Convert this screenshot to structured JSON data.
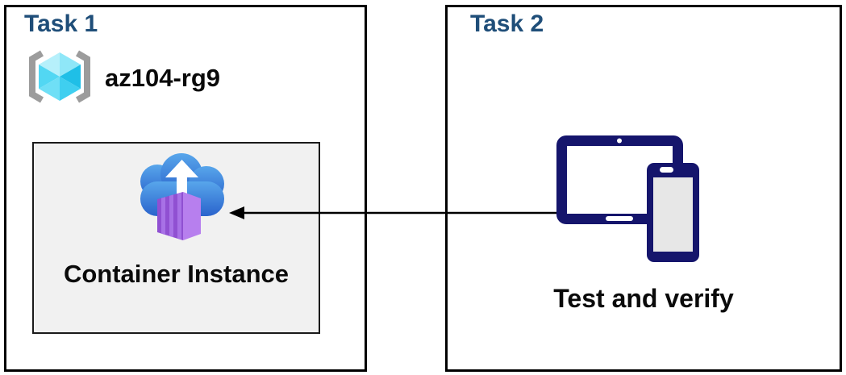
{
  "task1": {
    "title": "Task 1",
    "resource_group_label": "az104-rg9",
    "container_label": "Container Instance"
  },
  "task2": {
    "title": "Task 2",
    "caption": "Test and verify"
  },
  "icons": {
    "resource_group": "azure-resource-group-icon",
    "container_instance": "cloud-upload-container-icon",
    "devices": "tablet-and-phone-icon",
    "arrow": "left-arrow"
  },
  "colors": {
    "background": "#FFFFFF",
    "task_title": "#1F4E79",
    "label_text": "#0A0A0A",
    "box_border": "#000000",
    "inner_box_bg": "#F1F1F1",
    "inner_box_border": "#1A1A1A",
    "arrow": "#000000",
    "device_navy": "#15156C",
    "tablet_screen": "#FFFFFF",
    "phone_screen": "#E7E7E7",
    "device_detail": "#FFFFFF",
    "bracket_gray": "#9C9C9C",
    "cube_1": "#B6F0FB",
    "cube_2": "#8FE7F8",
    "cube_3": "#52D7F3",
    "cube_4": "#1FBFE7",
    "cube_5": "#6FDFF6",
    "cube_6": "#3FCFF0",
    "cloud_top": "#58A6EB",
    "cloud_bottom": "#2A63CC",
    "upload_arrow": "#FFFFFF",
    "container_front": "#9050D2",
    "container_side": "#B77FEE",
    "container_slat": "#A871E6"
  }
}
